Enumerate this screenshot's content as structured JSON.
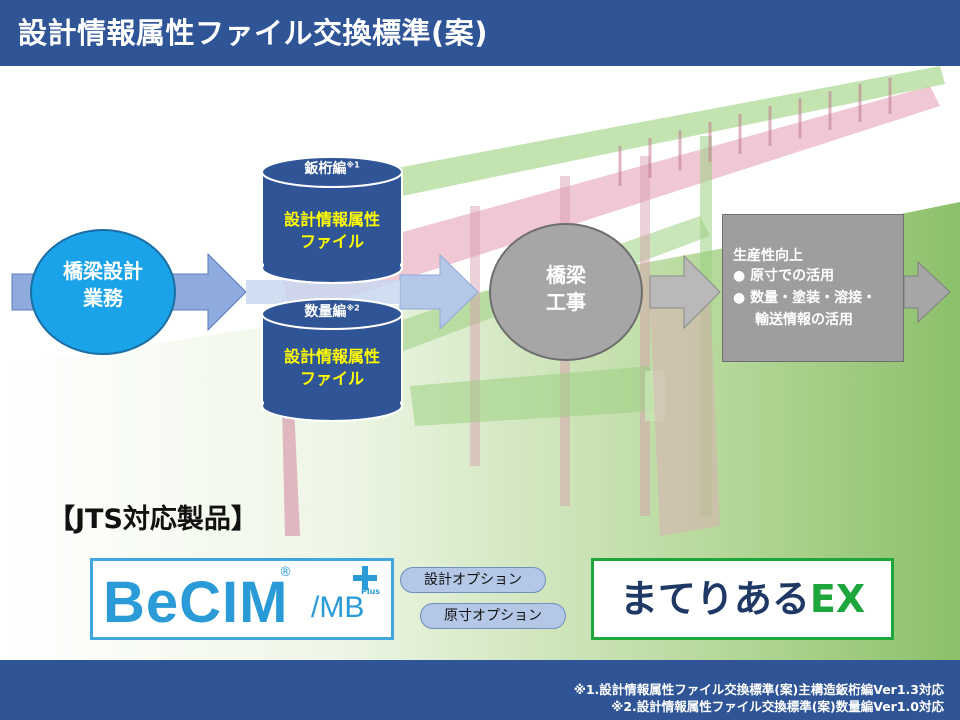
{
  "header": {
    "title": "設計情報属性ファイル交換標準(案)"
  },
  "flow": {
    "design": {
      "line1": "橋梁設計",
      "line2": "業務"
    },
    "db1": {
      "label": "鈑桁編",
      "note": "※1",
      "line1": "設計情報属性",
      "line2": "ファイル"
    },
    "db2": {
      "label": "数量編",
      "note": "※2",
      "line1": "設計情報属性",
      "line2": "ファイル"
    },
    "construction": {
      "line1": "橋梁",
      "line2": "工事"
    },
    "benefits": {
      "title": "生産性向上",
      "item1": "原寸での活用",
      "item2": "数量・塗装・溶接・",
      "item2_cont": "輸送情報の活用"
    }
  },
  "products": {
    "heading": "【JTS対応製品】",
    "becim": {
      "main": "BeCIM",
      "sub": "/MB",
      "reg": "®",
      "plus": "Plus"
    },
    "option1": "設計オプション",
    "option2": "原寸オプション",
    "mateli": {
      "main": "まてりある",
      "ex": "EX"
    }
  },
  "footer": {
    "note1": "※1.設計情報属性ファイル交換標準(案)主構造鈑桁編Ver1.3対応",
    "note2": "※2.設計情報属性ファイル交換標準(案)数量編Ver1.0対応"
  },
  "colors": {
    "header_bg": "#2f5597",
    "design_circle": "#1aa3e8",
    "db_cylinder": "#2f5597",
    "db_highlight": "#ffff00",
    "construction_circle": "#a6a6a6",
    "becim": "#2a9bd6",
    "mateli_border": "#1ca63c"
  }
}
